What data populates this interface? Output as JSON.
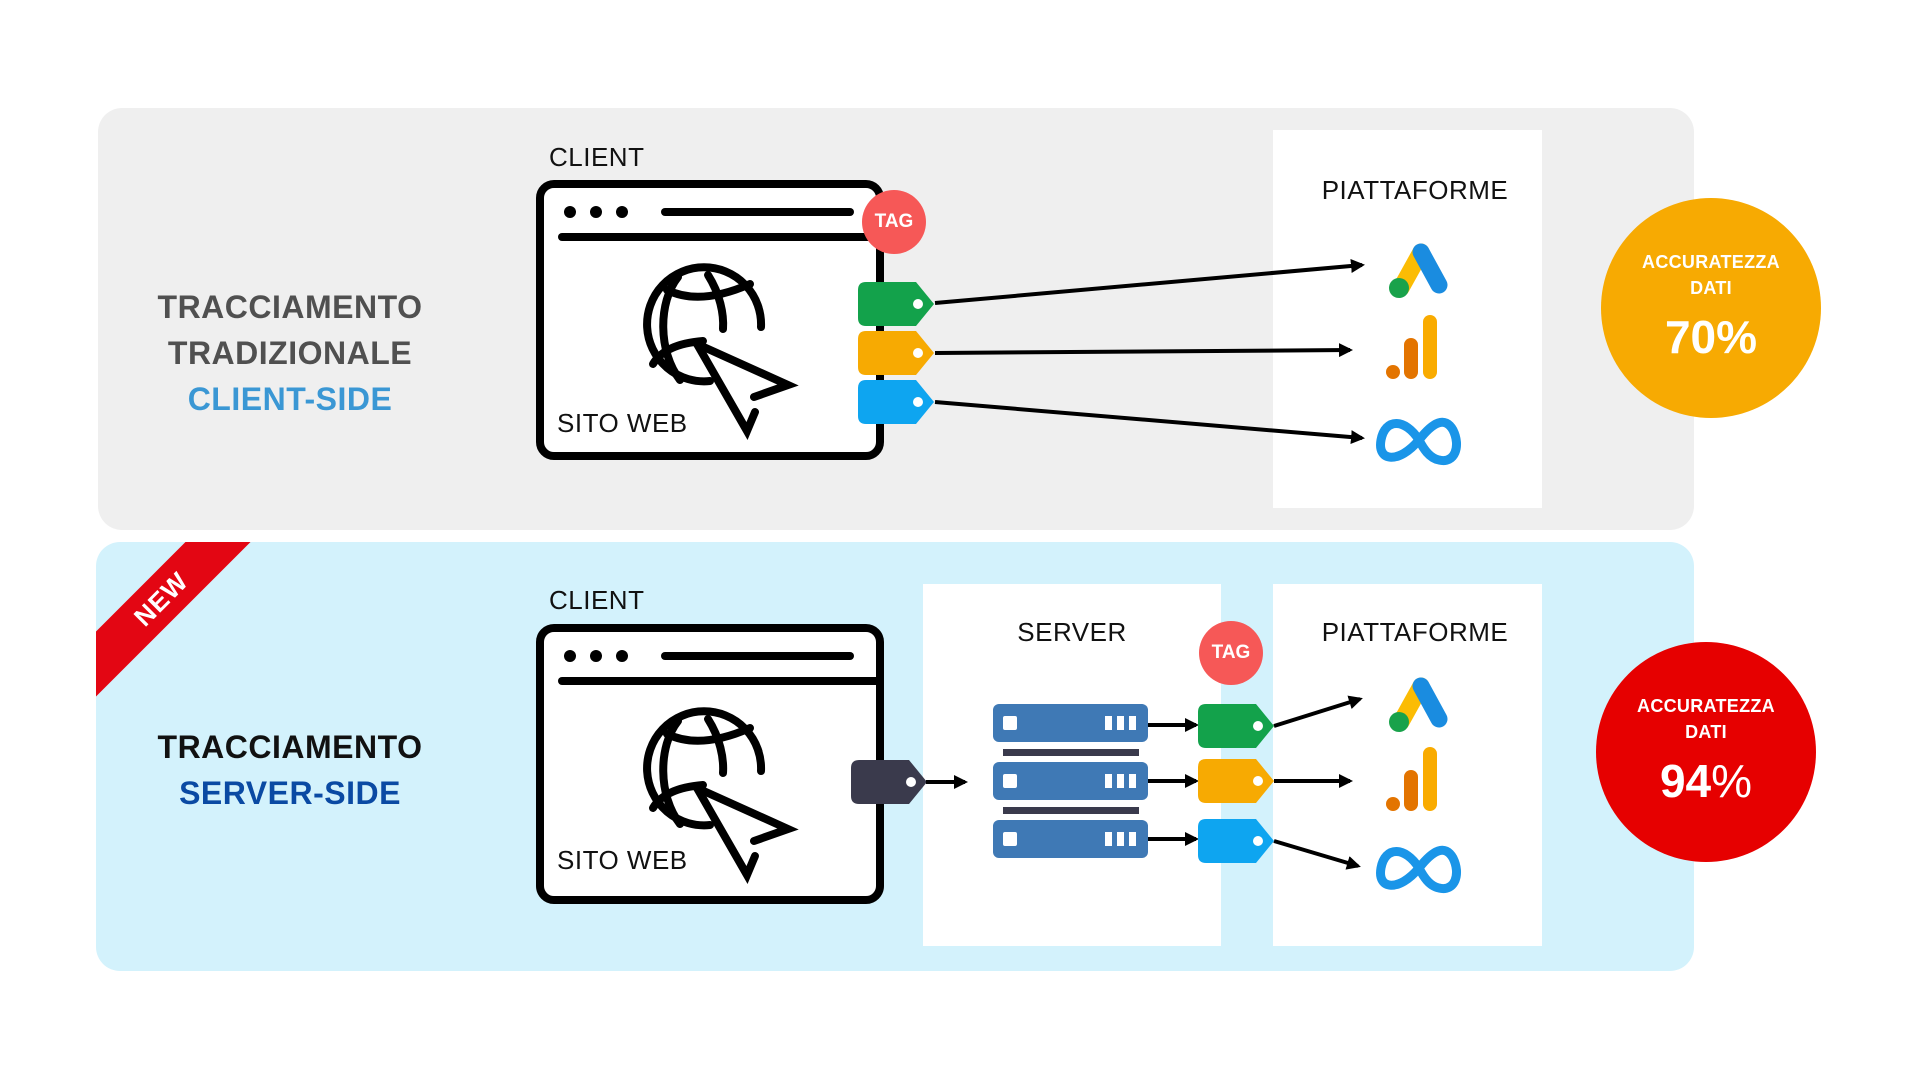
{
  "top_section": {
    "heading_line1": "TRACCIAMENTO",
    "heading_line2": "TRADIZIONALE",
    "heading_line3": "CLIENT-SIDE",
    "client_label": "CLIENT",
    "site_label": "SITO WEB",
    "tag_badge": "TAG",
    "platforms_label": "PIATTAFORME",
    "accuracy": {
      "label_line1": "ACCURATEZZA",
      "label_line2": "DATI",
      "value": "70",
      "unit": "%",
      "color": "#f7aa02"
    }
  },
  "bottom_section": {
    "ribbon": "NEW",
    "heading_line1": "TRACCIAMENTO",
    "heading_line2": "SERVER-SIDE",
    "client_label": "CLIENT",
    "site_label": "SITO WEB",
    "server_label": "SERVER",
    "tag_badge": "TAG",
    "platforms_label": "PIATTAFORME",
    "accuracy": {
      "label_line1": "ACCURATEZZA",
      "label_line2": "DATI",
      "value": "94",
      "unit": "%",
      "color": "#e60000"
    }
  },
  "platforms": [
    "google-ads",
    "google-analytics",
    "meta"
  ],
  "colors": {
    "tag_green": "#13a24b",
    "tag_yellow": "#f7aa02",
    "tag_blue": "#0ea5f0",
    "tag_dark": "#3a3a4c",
    "server_blue": "#3f79b5",
    "client_side_blue": "#3a97d4",
    "server_side_blue": "#0a4aa3",
    "tag_badge_red": "#f65857"
  }
}
